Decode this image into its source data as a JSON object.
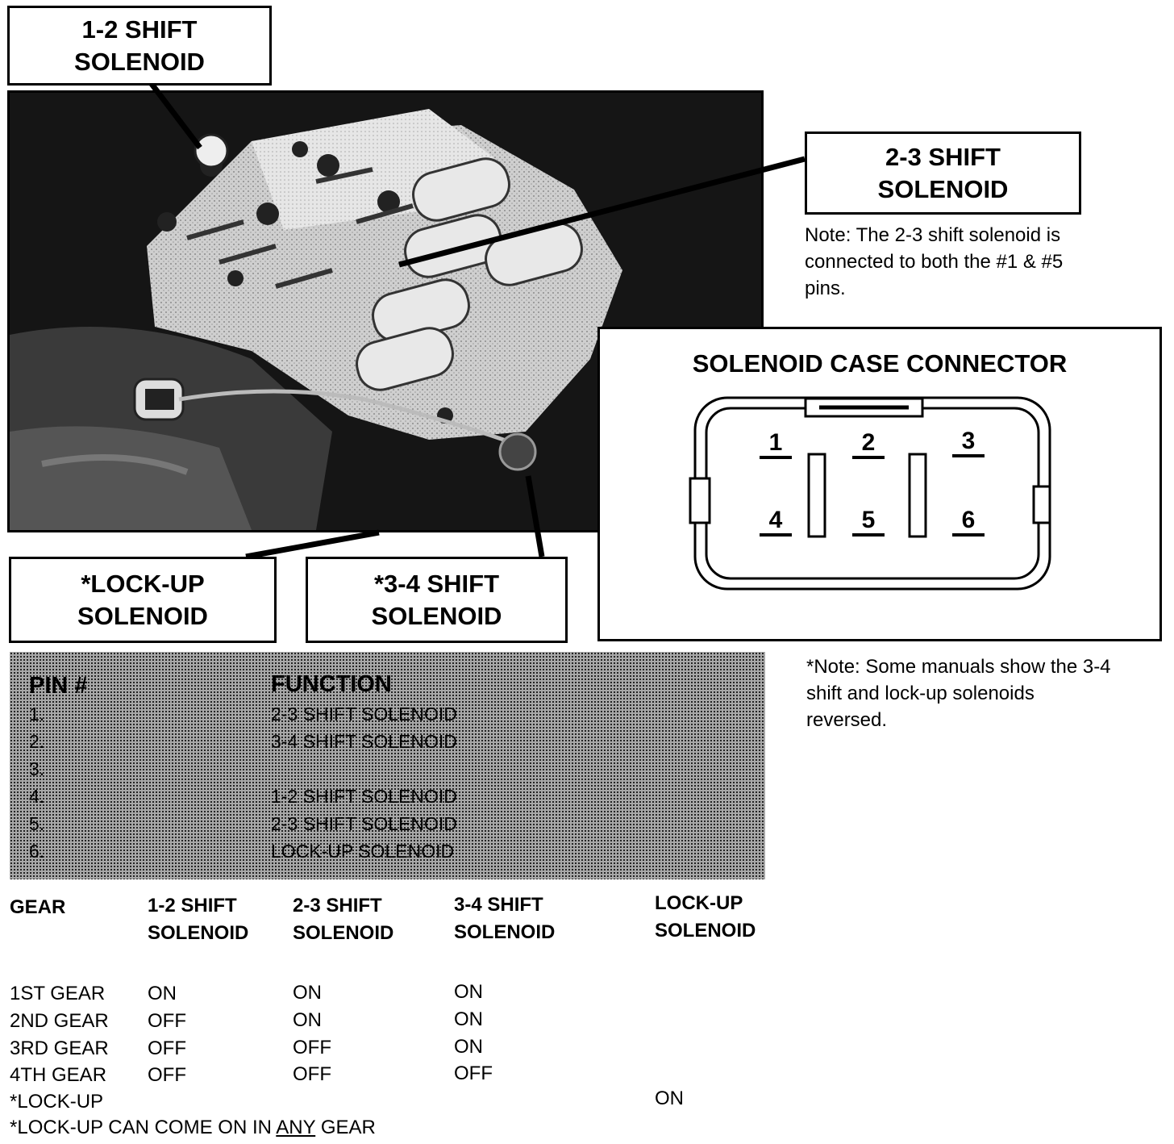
{
  "callouts": {
    "shift_1_2": [
      "1-2 SHIFT",
      "SOLENOID"
    ],
    "shift_2_3": [
      "2-3 SHIFT",
      "SOLENOID"
    ],
    "lockup": [
      "*LOCK-UP",
      "SOLENOID"
    ],
    "shift_3_4": [
      "*3-4 SHIFT",
      "SOLENOID"
    ]
  },
  "notes": {
    "shift_2_3": [
      "Note: The 2-3 shift solenoid is",
      "connected to both the #1 & #5",
      "pins."
    ],
    "reversed": [
      "*Note: Some manuals show the 3-4",
      "shift and lock-up solenoids",
      "reversed."
    ]
  },
  "connector": {
    "title": "SOLENOID CASE CONNECTOR",
    "pins": [
      "1",
      "2",
      "3",
      "4",
      "5",
      "6"
    ]
  },
  "pin_table": {
    "headers": {
      "pin": "PIN #",
      "function": "FUNCTION"
    },
    "rows": [
      {
        "pin": "1.",
        "function": "2-3 SHIFT SOLENOID"
      },
      {
        "pin": "2.",
        "function": "3-4 SHIFT SOLENOID"
      },
      {
        "pin": "3.",
        "function": ""
      },
      {
        "pin": "4.",
        "function": "1-2 SHIFT SOLENOID"
      },
      {
        "pin": "5.",
        "function": "2-3 SHIFT SOLENOID"
      },
      {
        "pin": "6.",
        "function": "LOCK-UP SOLENOID"
      }
    ]
  },
  "gear_table": {
    "headers": {
      "gear": "GEAR",
      "s12": [
        "1-2 SHIFT",
        "SOLENOID"
      ],
      "s23": [
        "2-3 SHIFT",
        "SOLENOID"
      ],
      "s34": [
        "3-4 SHIFT",
        "SOLENOID"
      ],
      "lockup": [
        "LOCK-UP",
        "SOLENOID"
      ]
    },
    "rows": [
      {
        "gear": "1ST GEAR",
        "s12": "ON",
        "s23": "ON",
        "s34": "ON",
        "lockup": ""
      },
      {
        "gear": "2ND GEAR",
        "s12": "OFF",
        "s23": "ON",
        "s34": "ON",
        "lockup": ""
      },
      {
        "gear": "3RD GEAR",
        "s12": "OFF",
        "s23": "OFF",
        "s34": "ON",
        "lockup": ""
      },
      {
        "gear": "4TH GEAR",
        "s12": "OFF",
        "s23": "OFF",
        "s34": "OFF",
        "lockup": ""
      },
      {
        "gear": "*LOCK-UP",
        "s12": "",
        "s23": "",
        "s34": "",
        "lockup": "ON"
      }
    ],
    "footnote": {
      "before": "*LOCK-UP CAN COME ON IN ",
      "underlined": "ANY",
      "after": " GEAR"
    }
  }
}
